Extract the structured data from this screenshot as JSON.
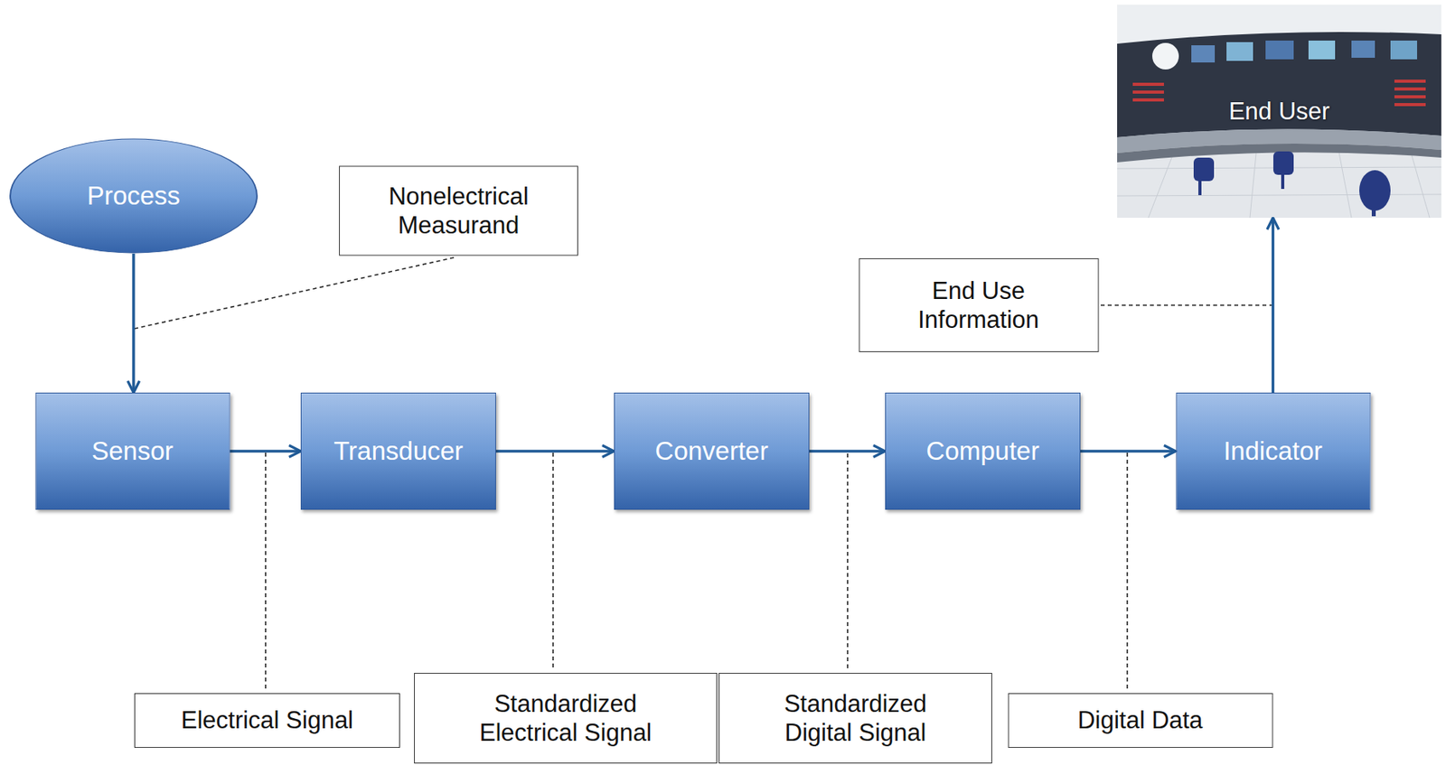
{
  "diagram": {
    "nodes": [
      {
        "text": [
          "End User"
        ]
      },
      {
        "text": [
          "Process"
        ]
      },
      {
        "text": [
          "Nonelectrical Measurand"
        ]
      },
      {
        "text": [
          "End Use Information"
        ]
      },
      {
        "text": [
          "Sensor"
        ]
      },
      {
        "text": [
          "Transducer"
        ]
      },
      {
        "text": [
          "Converter"
        ]
      },
      {
        "text": [
          "Computer"
        ]
      },
      {
        "text": [
          "Indicator"
        ]
      },
      {
        "text": [
          "Electrical Signal"
        ]
      },
      {
        "text": [
          "Standardized Electrical Signal"
        ]
      },
      {
        "text": [
          "Standardized Digital Signal"
        ]
      },
      {
        "text": [
          "Digital Data"
        ]
      }
    ],
    "edges": [
      {
        "from": 1,
        "to": 4,
        "arrow": "to"
      },
      {
        "from": 4,
        "to": 5,
        "arrow": "to"
      },
      {
        "from": 5,
        "to": 6,
        "arrow": "to"
      },
      {
        "from": 6,
        "to": 7,
        "arrow": "to"
      },
      {
        "from": 7,
        "to": 8,
        "arrow": "to"
      },
      {
        "from": 8,
        "to": 0,
        "arrow": "to"
      }
    ]
  }
}
